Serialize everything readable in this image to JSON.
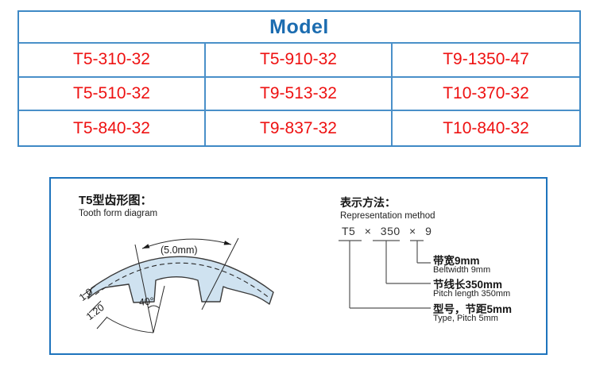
{
  "table": {
    "header": "Model",
    "rows": [
      [
        "T5-310-32",
        "T5-910-32",
        "T9-1350-47"
      ],
      [
        "T5-510-32",
        "T9-513-32",
        "T10-370-32"
      ],
      [
        "T5-840-32",
        "T9-837-32",
        "T10-840-32"
      ]
    ]
  },
  "diagram": {
    "tooth_form": {
      "title_zh": "T5型齿形图：",
      "title_en": "Tooth form diagram",
      "pitch_dim": "(5.0mm)",
      "angle_dim": "40°",
      "thickness_dim_1": "1.0",
      "thickness_dim_2": "1.20"
    },
    "representation": {
      "title_zh": "表示方法：",
      "title_en": "Representation method",
      "formula": "T5 × 350 × 9",
      "items": [
        {
          "zh": "带宽9mm",
          "en": "Beltwidth 9mm"
        },
        {
          "zh": "节线长350mm",
          "en": "Pitch length 350mm"
        },
        {
          "zh": "型号，节距5mm",
          "en": "Type, Pitch 5mm"
        }
      ]
    }
  },
  "colors": {
    "table_border": "#4a90c9",
    "table_outer_border": "#3f89c5",
    "header_text": "#1b6cb0",
    "model_text": "#ee1111",
    "box_border": "#1e74bd",
    "belt_fill": "#cfe2f0",
    "line_color": "#3a3a3a"
  }
}
